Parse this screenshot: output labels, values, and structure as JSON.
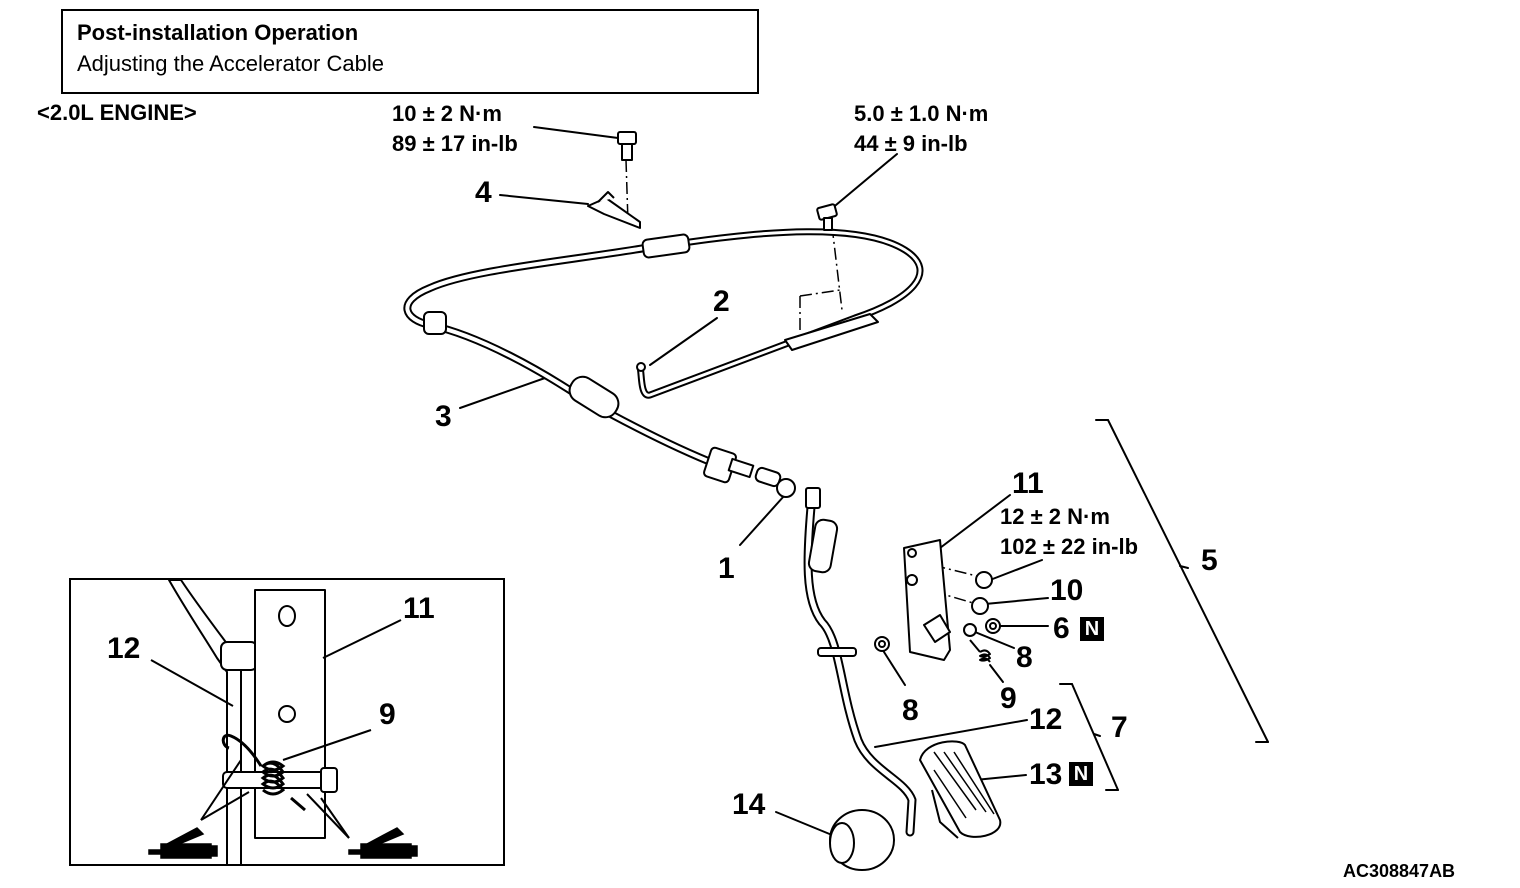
{
  "header": {
    "title": "Post-installation Operation",
    "subtitle": "Adjusting the Accelerator Cable"
  },
  "engine_label": "<2.0L ENGINE>",
  "torque_specs": {
    "bracket_bolt": {
      "metric": "10 ± 2 N·m",
      "imperial": "89 ± 17 in-lb"
    },
    "cable_bolt": {
      "metric": "5.0 ± 1.0 N·m",
      "imperial": "44 ± 9 in-lb"
    },
    "pedal_nut": {
      "metric": "12 ± 2 N·m",
      "imperial": "102 ± 22 in-lb"
    }
  },
  "callouts": {
    "c1": "1",
    "c2": "2",
    "c3": "3",
    "c4": "4",
    "c5": "5",
    "c6": "6",
    "c7": "7",
    "c8a": "8",
    "c8b": "8",
    "c9": "9",
    "c10": "10",
    "c11": "11",
    "c12": "12",
    "c13": "13",
    "c14": "14"
  },
  "new_part_mark": "N",
  "inset_callouts": {
    "c11": "11",
    "c12": "12",
    "c9": "9"
  },
  "figure_id": "AC308847AB"
}
